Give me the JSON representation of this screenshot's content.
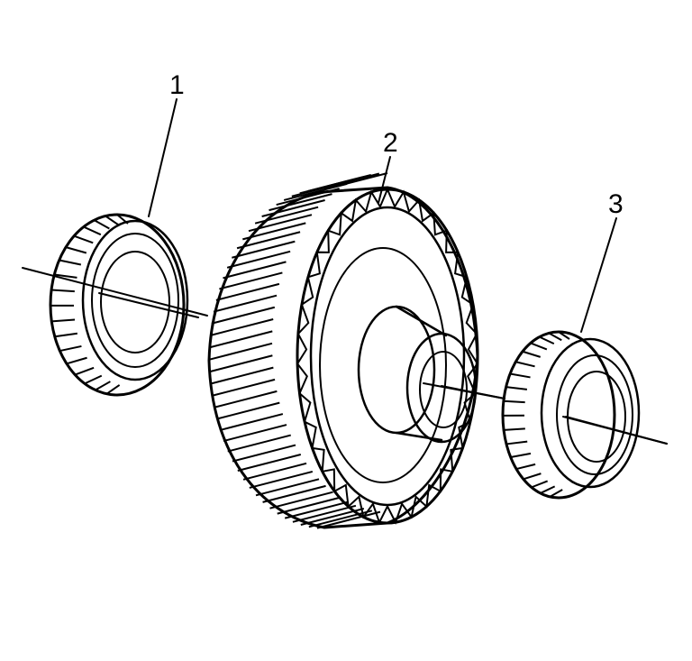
{
  "callouts": [
    {
      "number": "1",
      "part": "left-bearing"
    },
    {
      "number": "2",
      "part": "helical-gear"
    },
    {
      "number": "3",
      "part": "right-bearing"
    }
  ],
  "colors": {
    "ink": "#000000",
    "paper": "#ffffff"
  }
}
